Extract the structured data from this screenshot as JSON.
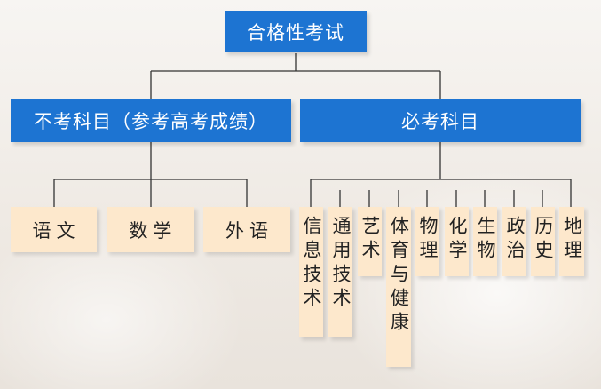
{
  "root": {
    "label": "合格性考试"
  },
  "branches": [
    {
      "label": "不考科目（参考高考成绩）",
      "subjects": [
        "语文",
        "数学",
        "外语"
      ]
    },
    {
      "label": "必考科目",
      "subjects": [
        "信息技术",
        "通用技术",
        "艺术",
        "体育与健康",
        "物理",
        "化学",
        "生物",
        "政治",
        "历史",
        "地理"
      ]
    }
  ],
  "colors": {
    "blue_box": "#1d74d2",
    "cream_box": "#fde8cc",
    "connector": "#333333"
  }
}
